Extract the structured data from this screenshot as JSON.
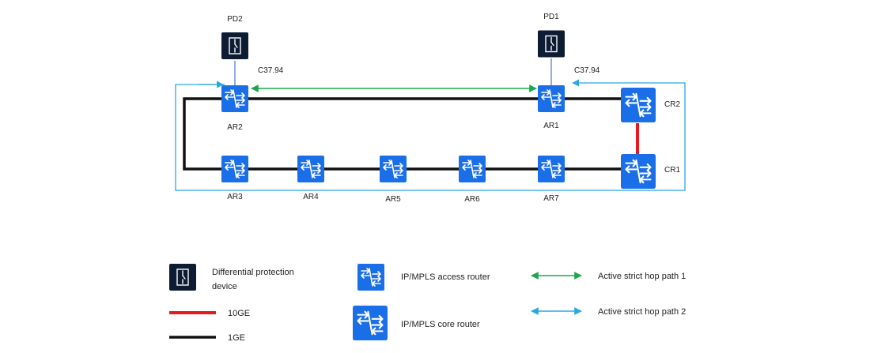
{
  "diagram": {
    "devices": {
      "pd2": "PD2",
      "pd1": "PD1",
      "ar1": "AR1",
      "ar2": "AR2",
      "ar3": "AR3",
      "ar4": "AR4",
      "ar5": "AR5",
      "ar6": "AR6",
      "ar7": "AR7",
      "cr1": "CR1",
      "cr2": "CR2"
    },
    "links": {
      "c37_left": "C37.94",
      "c37_right": "C37.94"
    }
  },
  "legend": {
    "protection_device": [
      "Differential protection",
      "device"
    ],
    "access_router": "IP/MPLS access router",
    "core_router": "IP/MPLS core router",
    "link_10ge": "10GE",
    "link_1ge": "1GE",
    "path1": "Active strict hop path 1",
    "path2": "Active strict hop path 2"
  },
  "colors": {
    "router_blue": "#1a6fe8",
    "device_navy": "#0d1b33",
    "link_10ge": "#e8191c",
    "link_1ge": "#111111",
    "path1": "#1aa84a",
    "path2": "#2aa8e0"
  }
}
